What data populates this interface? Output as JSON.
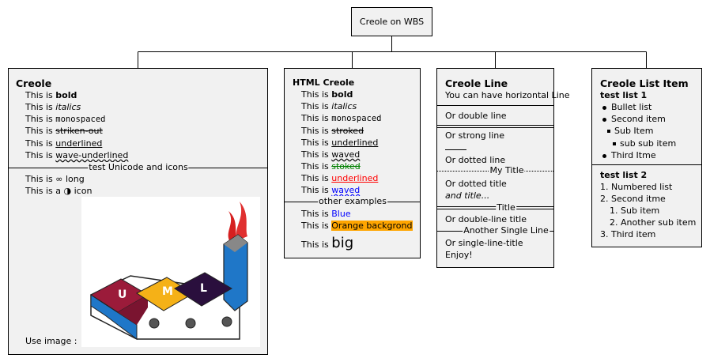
{
  "root": {
    "label": "Creole on WBS"
  },
  "creole": {
    "title": "Creole",
    "prefix": "This is",
    "bold": "bold",
    "italics": "italics",
    "mono": "monospaced",
    "striken": "striken-out",
    "underlined": "underlined",
    "wave": "wave-underlined",
    "sep": "test Unicode and icons",
    "unicode_a": "This is",
    "unicode_sym": "∞",
    "unicode_b": "long",
    "icon_a": "This is a",
    "icon_sym": "◑",
    "icon_b": "icon",
    "image_label": "Use image :",
    "uml_letters": [
      "U",
      "M",
      "L"
    ]
  },
  "html_creole": {
    "title": "HTML Creole",
    "prefix": "This is",
    "bold": "bold",
    "italics": "italics",
    "mono": "monospaced",
    "stroked": "stroked",
    "underlined": "underlined",
    "waved": "waved",
    "stoked": "stoked",
    "underlined_red": "underlined",
    "waved_blue": "waved",
    "sep": "other examples",
    "blue": "Blue",
    "orange": "Orange backgrond",
    "big": "big",
    "colors": {
      "stoked": "#008000",
      "red": "#ff0000",
      "blue": "#0000ff",
      "orange": "#ffa500"
    }
  },
  "creole_line": {
    "title": "Creole Line",
    "l1": "You can have horizontal Line",
    "l2": "Or double line",
    "l3": "Or strong line",
    "l4": "Or dotted line",
    "sep1": "My Title",
    "l5": "Or dotted title",
    "l6": "and title...",
    "sep2": "Title",
    "l7": "Or double-line title",
    "sep3": "Another Single Line",
    "l8": "Or single-line-title",
    "l9": "Enjoy!"
  },
  "list_item": {
    "title": "Creole List Item",
    "list1_title": "test list 1",
    "b1": "Bullet list",
    "b2": "Second item",
    "b3": "Sub Item",
    "b4": "sub sub item",
    "b5": "Third Itme",
    "list2_title": "test list 2",
    "n1": "1. Numbered list",
    "n2": "2. Second itme",
    "n3": "1. Sub item",
    "n4": "2. Another sub item",
    "n5": "3. Third item"
  }
}
